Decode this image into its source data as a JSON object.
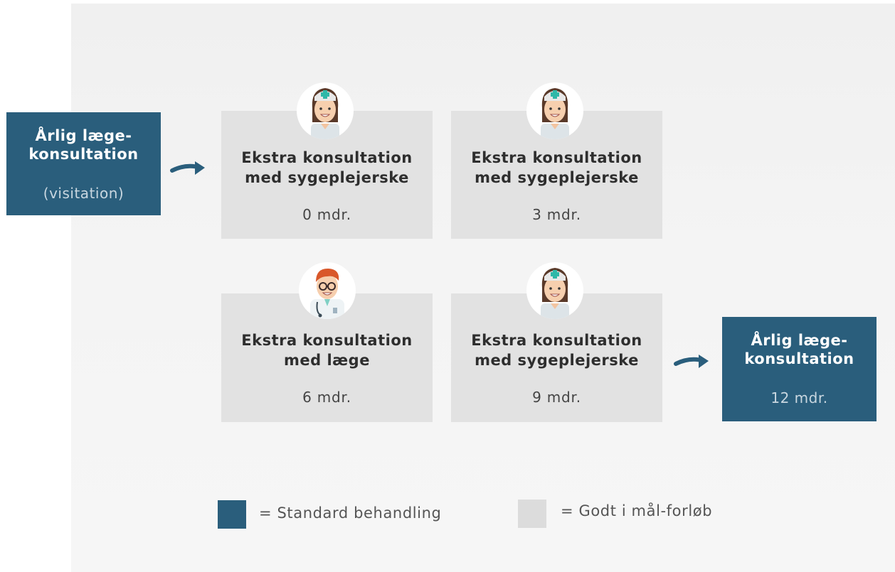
{
  "colors": {
    "standard": "#2a5e7c",
    "program": "#e2e2e2"
  },
  "start": {
    "title": "Årlig læge-\nkonsultation",
    "subtitle": "(visitation)"
  },
  "cards": [
    {
      "title": "Ekstra konsultation\nmed sygeplejerske",
      "time": "0 mdr.",
      "icon": "nurse-icon"
    },
    {
      "title": "Ekstra konsultation\nmed sygeplejerske",
      "time": "3 mdr.",
      "icon": "nurse-icon"
    },
    {
      "title": "Ekstra konsultation\nmed læge",
      "time": "6 mdr.",
      "icon": "doctor-icon"
    },
    {
      "title": "Ekstra konsultation\nmed sygeplejerske",
      "time": "9 mdr.",
      "icon": "nurse-icon"
    }
  ],
  "end": {
    "title": "Årlig læge-\nkonsultation",
    "subtitle": "12 mdr."
  },
  "legend": {
    "standard_label": "= Standard behandling",
    "program_label": "= Godt i mål-forløb"
  }
}
